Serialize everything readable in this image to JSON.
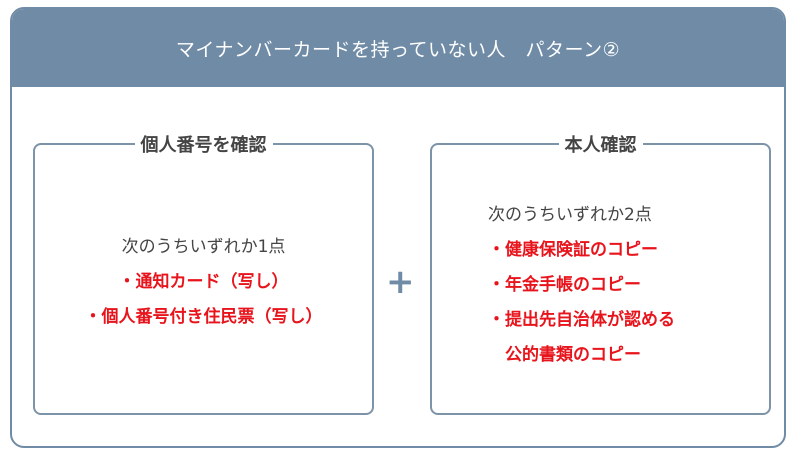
{
  "header": {
    "title": "マイナンバーカードを持っていない人　パターン②"
  },
  "left_box": {
    "title": "個人番号を確認",
    "intro": "次のうちいずれか1点",
    "items": [
      "・通知カード（写し）",
      "・個人番号付き住民票（写し）"
    ]
  },
  "plus": "+",
  "right_box": {
    "title": "本人確認",
    "intro": "次のうちいずれか2点",
    "items": [
      "・健康保険証のコピー",
      "・年金手帳のコピー",
      "・提出先自治体が認める",
      "　公的書類のコピー"
    ]
  },
  "colors": {
    "accent": "#6f8ba5",
    "highlight": "#e8141c"
  }
}
